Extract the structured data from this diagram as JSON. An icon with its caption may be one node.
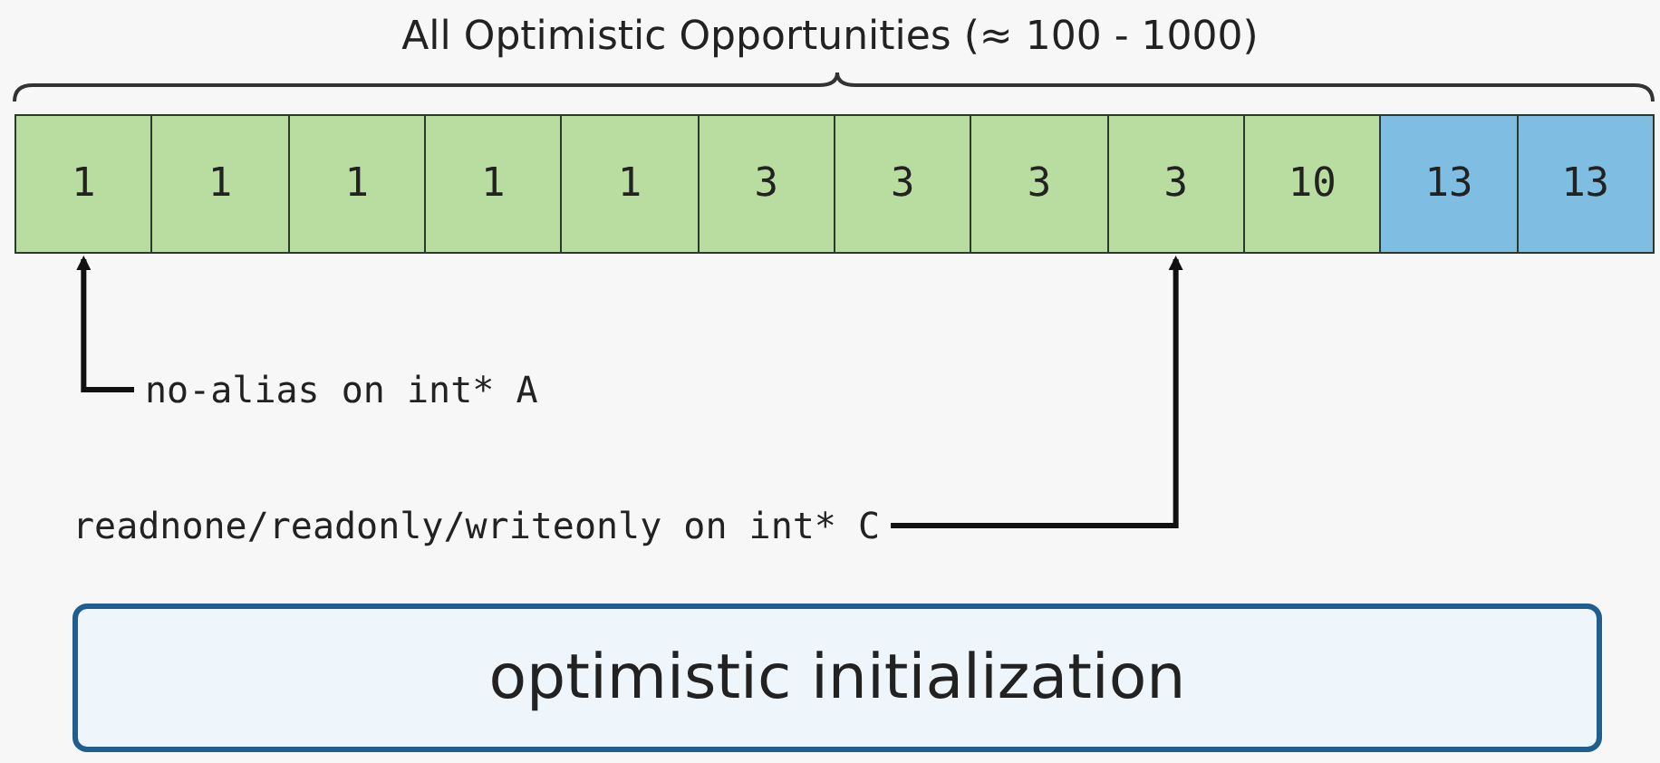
{
  "diagram": {
    "title": "All Optimistic Opportunities (≈ 100 - 1000)",
    "nodes": [
      {
        "text": [
          "1"
        ]
      },
      {
        "text": [
          "1"
        ]
      },
      {
        "text": [
          "1"
        ]
      },
      {
        "text": [
          "1"
        ]
      },
      {
        "text": [
          "1"
        ]
      },
      {
        "text": [
          "3"
        ]
      },
      {
        "text": [
          "3"
        ]
      },
      {
        "text": [
          "3"
        ]
      },
      {
        "text": [
          "3"
        ]
      },
      {
        "text": [
          "10"
        ]
      },
      {
        "text": [
          "13"
        ]
      },
      {
        "text": [
          "13"
        ]
      },
      {
        "text": [
          "no-alias on int* A"
        ]
      },
      {
        "text": [
          "readnone/readonly/writeonly on int* C"
        ]
      },
      {
        "text": [
          "optimistic initialization"
        ]
      }
    ],
    "edges": [
      {
        "from": 12,
        "to": 0,
        "arrow": "to"
      },
      {
        "from": 13,
        "to": 8,
        "arrow": "to"
      }
    ]
  }
}
